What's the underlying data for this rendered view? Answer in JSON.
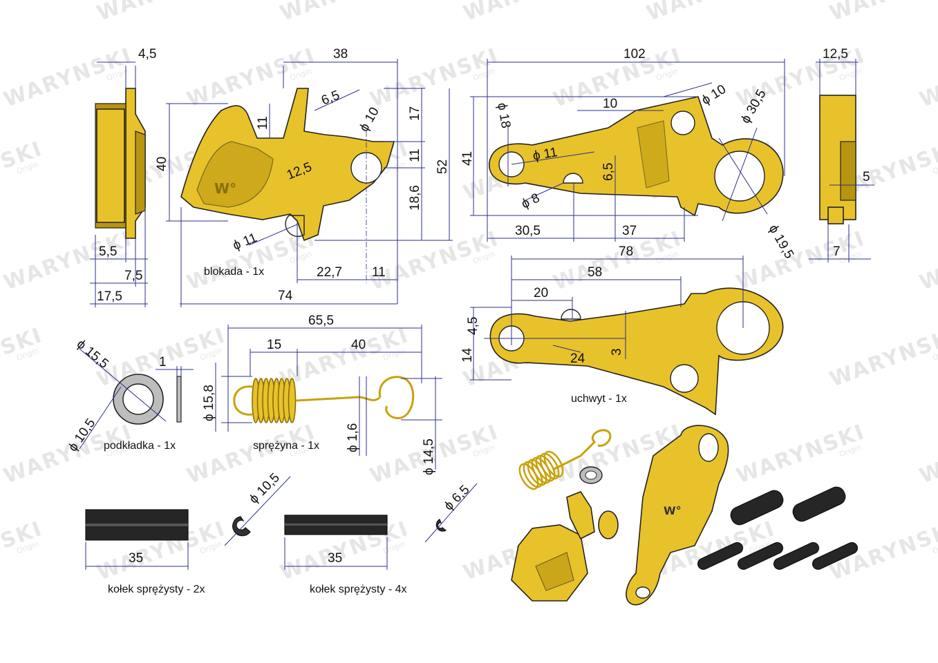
{
  "watermark": {
    "brand": "WARYNSKI",
    "sub": "Origin"
  },
  "colors": {
    "part": "#e8c22a",
    "part_shadow": "#b89510",
    "dim_line": "#2a2f8c",
    "pin": "#262626"
  },
  "parts": {
    "blokada": {
      "caption": "blokada - 1x",
      "dims": [
        "4,5",
        "38",
        "6,5",
        "17",
        "52",
        "40",
        "11",
        "11",
        "12,5",
        "ϕ 10",
        "18,6",
        "ϕ 11",
        "5,5",
        "7,5",
        "17,5",
        "22,7",
        "11",
        "74"
      ]
    },
    "uchwyt_top": {
      "dims": [
        "102",
        "12,5",
        "ϕ 10",
        "10",
        "ϕ 30,5",
        "ϕ 18",
        "41",
        "ϕ 11",
        "6,5",
        "5",
        "ϕ 8",
        "30,5",
        "37",
        "ϕ 19,5",
        "7"
      ]
    },
    "uchwyt": {
      "caption": "uchwyt - 1x",
      "dims": [
        "78",
        "58",
        "20",
        "4,5",
        "14",
        "3",
        "24"
      ]
    },
    "podkladka": {
      "caption": "podkładka - 1x",
      "dims": [
        "ϕ 15,5",
        "1",
        "ϕ 10,5"
      ]
    },
    "sprezyna": {
      "caption": "sprężyna - 1x",
      "dims": [
        "65,5",
        "15",
        "40",
        "ϕ 15,8",
        "ϕ 1,6",
        "ϕ 14,5"
      ]
    },
    "kolek_2x": {
      "caption": "kołek sprężysty - 2x",
      "dims": [
        "35",
        "ϕ 10,5"
      ]
    },
    "kolek_4x": {
      "caption": "kołek sprężysty - 4x",
      "dims": [
        "35",
        "ϕ 6,5"
      ]
    }
  }
}
